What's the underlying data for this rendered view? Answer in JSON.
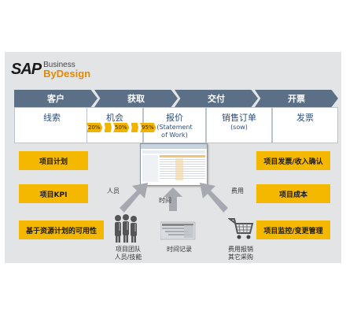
{
  "logo": {
    "sap": "SAP",
    "business": "Business",
    "bydesign": "ByDesign"
  },
  "phases": [
    "客户",
    "获取",
    "交付",
    "开票"
  ],
  "boxes": {
    "leads": "线索",
    "opportunity": "机会",
    "quote": "报价",
    "quote_sub1": "(Statement",
    "quote_sub2": "of Work)",
    "sales_order": "销售订单",
    "sales_order_sub": "(sow)",
    "invoice": "发票"
  },
  "probability": [
    "20%",
    "50%",
    "95%"
  ],
  "left_items": [
    "项目计划",
    "项目KPI",
    "基于资源计划的可用性"
  ],
  "right_items": [
    "项目发票/收入确认",
    "项目成本",
    "项目监控/变更管理"
  ],
  "flow_labels": {
    "people": "人员",
    "time": "时间",
    "expense": "费用"
  },
  "bottom_labels": {
    "team_l1": "项目团队",
    "team_l2": "人员/技能",
    "time_record": "时间记录",
    "expense_l1": "费用报销",
    "expense_l2": "其它采购"
  },
  "colors": {
    "chevron": "#5b6f86",
    "orange": "#f5b800",
    "panel": "#e3e4e6",
    "arrow": "#a6aab0"
  }
}
